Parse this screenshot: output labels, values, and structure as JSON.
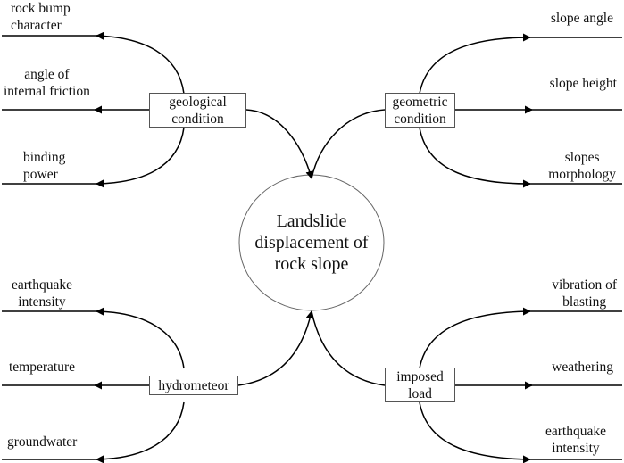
{
  "center": {
    "line1": "Landslide",
    "line2": "displacement of",
    "line3": "rock slope"
  },
  "geological": {
    "box_line1": "geological",
    "box_line2": "condition",
    "leaf1_line1": "rock bump",
    "leaf1_line2": "character",
    "leaf2_line1": "angle of",
    "leaf2_line2": "internal friction",
    "leaf3_line1": "binding",
    "leaf3_line2": "power"
  },
  "geometric": {
    "box_line1": "geometric",
    "box_line2": "condition",
    "leaf1": "slope angle",
    "leaf2": "slope height",
    "leaf3_line1": "slopes",
    "leaf3_line2": "morphology"
  },
  "hydrometeor": {
    "box_label": "hydrometeor",
    "leaf1_line1": "earthquake",
    "leaf1_line2": "intensity",
    "leaf2": "temperature",
    "leaf3": "groundwater"
  },
  "imposed": {
    "box_line1": "imposed",
    "box_line2": "load",
    "leaf1_line1": "vibration of",
    "leaf1_line2": "blasting",
    "leaf2": "weathering",
    "leaf3_line1": "earthquake",
    "leaf3_line2": "intensity"
  }
}
